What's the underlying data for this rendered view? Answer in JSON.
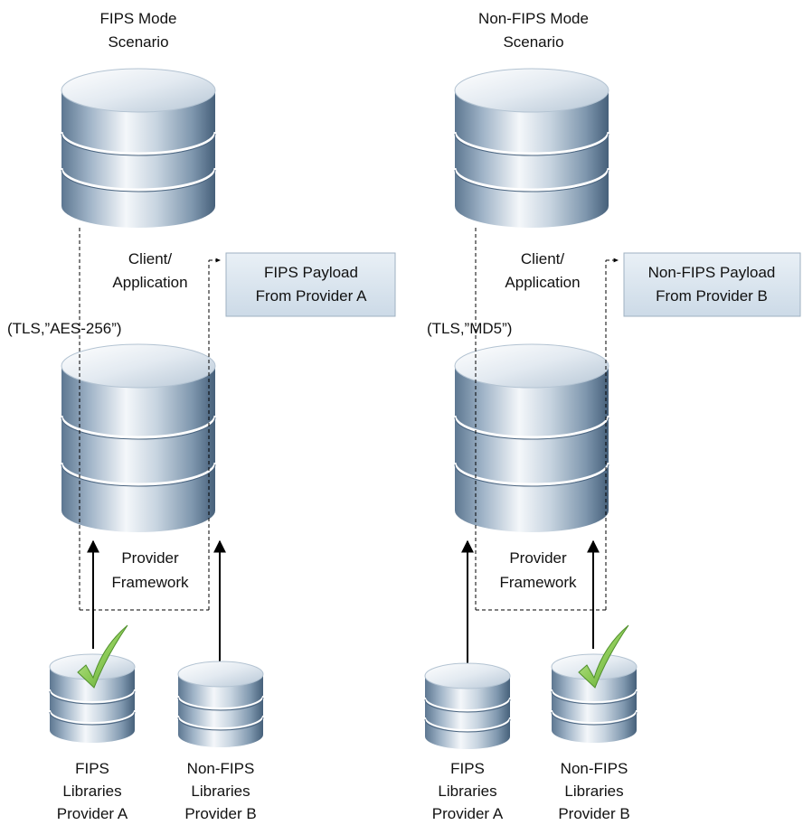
{
  "colors": {
    "cylinder_light": "#f4f7fa",
    "cylinder_mid": "#a9bccf",
    "cylinder_dark": "#4b6580",
    "payload_box": "#dce6ef",
    "check_green": "#7cc04b",
    "line": "#000000"
  },
  "left": {
    "title_line1": "FIPS Mode",
    "title_line2": "Scenario",
    "client_line1": "Client/",
    "client_line2": "Application",
    "payload_line1": "FIPS Payload",
    "payload_line2": "From Provider A",
    "call": "(TLS,”AES-256”)",
    "framework_line1": "Provider",
    "framework_line2": "Framework",
    "lib_a": [
      "FIPS",
      "Libraries",
      "Provider A"
    ],
    "lib_b": [
      "Non-FIPS",
      "Libraries",
      "Provider B"
    ],
    "check_on": "lib_a",
    "check_icon": "check-mark-icon"
  },
  "right": {
    "title_line1": "Non-FIPS Mode",
    "title_line2": "Scenario",
    "client_line1": "Client/",
    "client_line2": "Application",
    "payload_line1": "Non-FIPS Payload",
    "payload_line2": "From Provider B",
    "call": "(TLS,”MD5”)",
    "framework_line1": "Provider",
    "framework_line2": "Framework",
    "lib_a": [
      "FIPS",
      "Libraries",
      "Provider A"
    ],
    "lib_b": [
      "Non-FIPS",
      "Libraries",
      "Provider B"
    ],
    "check_on": "lib_b",
    "check_icon": "check-mark-icon"
  }
}
